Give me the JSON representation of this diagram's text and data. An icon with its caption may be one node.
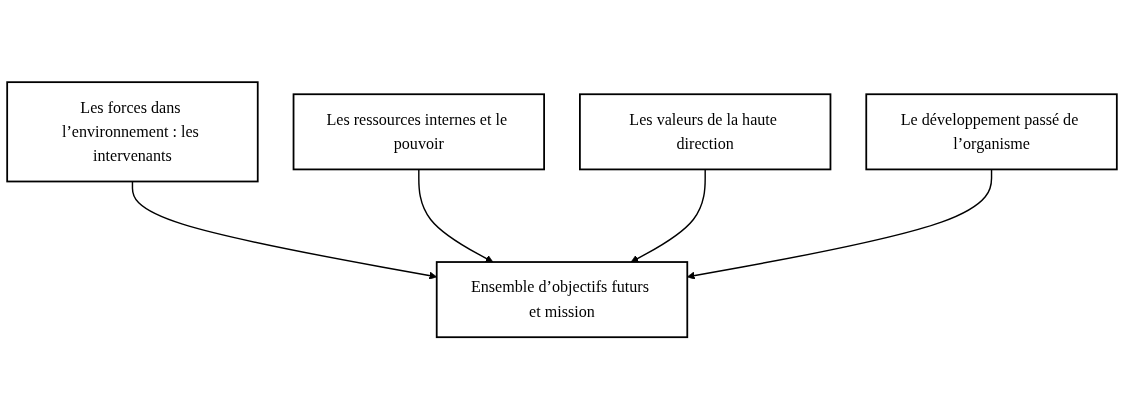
{
  "diagram": {
    "nodes": [
      {
        "text": [
          "Les forces dans l’environnement : les intervenants"
        ]
      },
      {
        "text": [
          "Les ressources internes et le pouvoir"
        ]
      },
      {
        "text": [
          "Ensemble d’objectifs futurs et mission"
        ]
      },
      {
        "text": [
          "Les valeurs de la haute direction"
        ]
      },
      {
        "text": [
          "Le développement passé de l’organisme"
        ]
      }
    ],
    "edges": [
      {
        "from": 0,
        "to": 2,
        "arrow": "to"
      },
      {
        "from": 1,
        "to": 2,
        "arrow": "to"
      },
      {
        "from": 3,
        "to": 2,
        "arrow": "to"
      },
      {
        "from": 4,
        "to": 2,
        "arrow": "to"
      }
    ]
  }
}
